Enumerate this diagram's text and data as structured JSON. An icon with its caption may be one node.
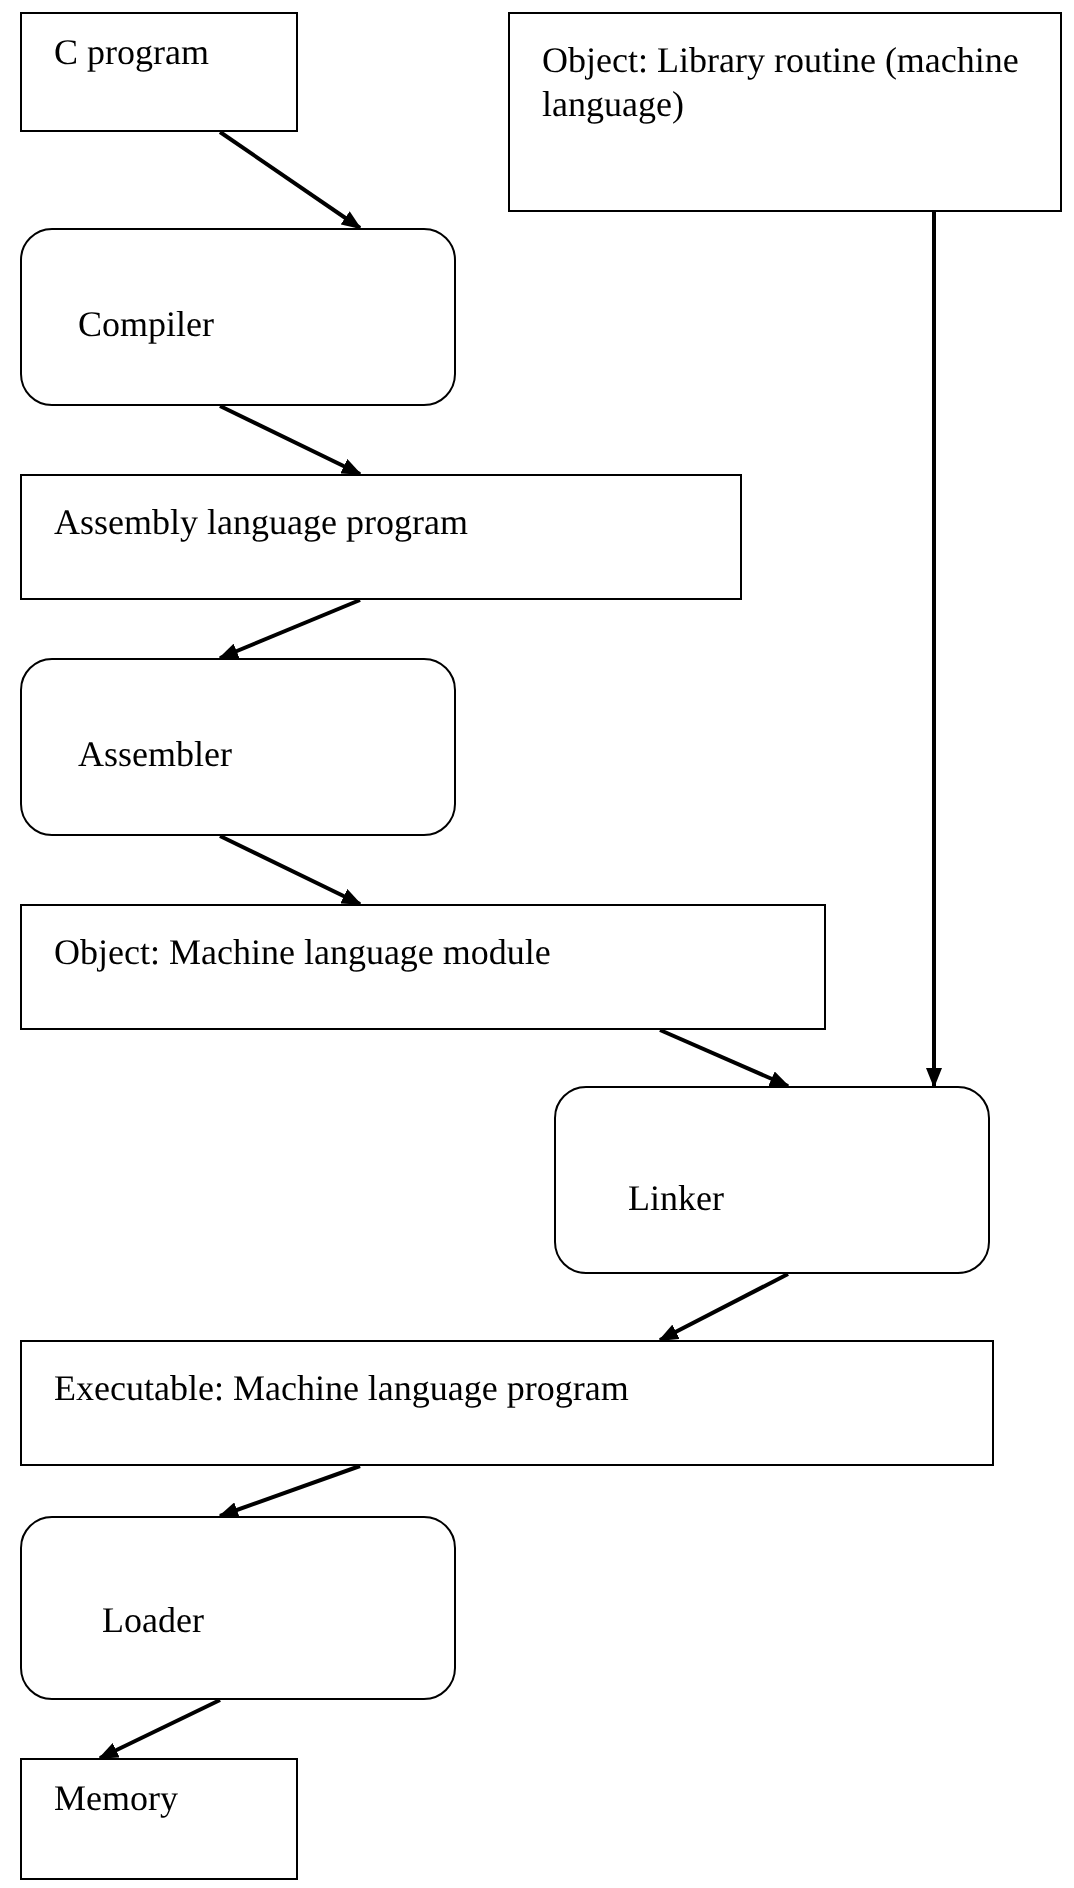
{
  "diagram": {
    "nodes": [
      {
        "text": [
          "C program"
        ]
      },
      {
        "text": [
          "Object: Library routine (machine language)"
        ]
      },
      {
        "text": [
          "Compiler"
        ]
      },
      {
        "text": [
          "Assembly language program"
        ]
      },
      {
        "text": [
          "Assembler"
        ]
      },
      {
        "text": [
          "Object: Machine language module"
        ]
      },
      {
        "text": [
          "Linker"
        ]
      },
      {
        "text": [
          "Executable: Machine language program"
        ]
      },
      {
        "text": [
          "Loader"
        ]
      },
      {
        "text": [
          "Memory"
        ]
      }
    ],
    "edges": [
      {
        "from": 0,
        "to": 2,
        "arrow": "to"
      },
      {
        "from": 2,
        "to": 3,
        "arrow": "to"
      },
      {
        "from": 3,
        "to": 4,
        "arrow": "to"
      },
      {
        "from": 4,
        "to": 5,
        "arrow": "to"
      },
      {
        "from": 5,
        "to": 6,
        "arrow": "to"
      },
      {
        "from": 1,
        "to": 6,
        "arrow": "to"
      },
      {
        "from": 6,
        "to": 7,
        "arrow": "to"
      },
      {
        "from": 7,
        "to": 8,
        "arrow": "to"
      },
      {
        "from": 8,
        "to": 9,
        "arrow": "to"
      }
    ]
  }
}
